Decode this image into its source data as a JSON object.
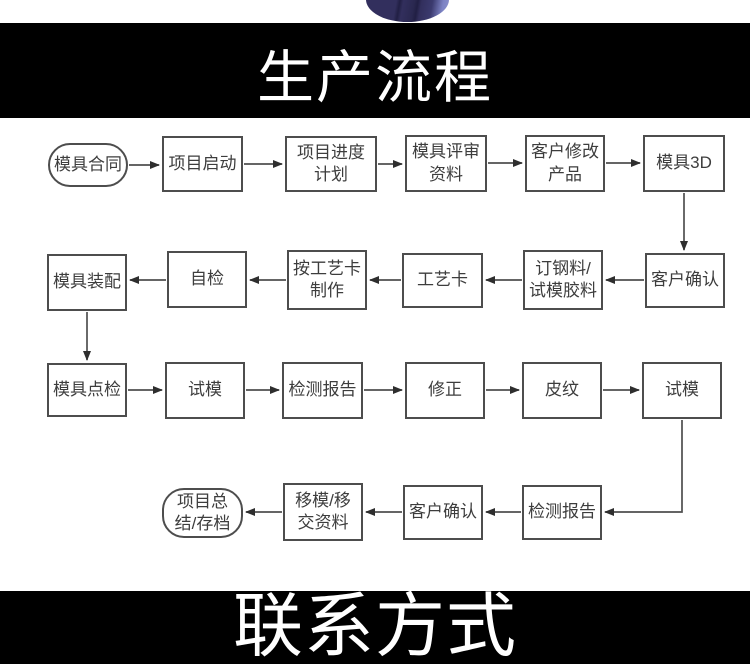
{
  "logo": {
    "icon": "globe-logo-partial",
    "base_color": "#322f5d",
    "accent_color": "#8d92cc"
  },
  "banners": {
    "production_title": "生产流程",
    "contact_title": "联系方式",
    "background": "#000000",
    "text_color": "#ffffff"
  },
  "flowchart": {
    "border_color": "#4d4d4d",
    "line_color": "#4f4f4f",
    "nodes": [
      {
        "label": "模具合同",
        "shape": "stadium"
      },
      {
        "label": "项目启动",
        "shape": "rect"
      },
      {
        "label": "项目进度\n计划",
        "shape": "rect"
      },
      {
        "label": "模具评审\n资料",
        "shape": "rect"
      },
      {
        "label": "客户修改\n产品",
        "shape": "rect"
      },
      {
        "label": "模具3D",
        "shape": "rect"
      },
      {
        "label": "客户确认",
        "shape": "rect"
      },
      {
        "label": "订钢料/\n试模胶料",
        "shape": "rect"
      },
      {
        "label": "工艺卡",
        "shape": "rect"
      },
      {
        "label": "按工艺卡\n制作",
        "shape": "rect"
      },
      {
        "label": "自检",
        "shape": "rect"
      },
      {
        "label": "模具装配",
        "shape": "rect"
      },
      {
        "label": "模具点检",
        "shape": "rect"
      },
      {
        "label": "试模",
        "shape": "rect"
      },
      {
        "label": "检测报告",
        "shape": "rect"
      },
      {
        "label": "修正",
        "shape": "rect"
      },
      {
        "label": "皮纹",
        "shape": "rect"
      },
      {
        "label": "试模",
        "shape": "rect"
      },
      {
        "label": "检测报告",
        "shape": "rect"
      },
      {
        "label": "客户确认",
        "shape": "rect"
      },
      {
        "label": "移模/移\n交资料",
        "shape": "rect"
      },
      {
        "label": "项目总\n结/存档",
        "shape": "stadium"
      }
    ],
    "edges": [
      [
        0,
        1
      ],
      [
        1,
        2
      ],
      [
        2,
        3
      ],
      [
        3,
        4
      ],
      [
        4,
        5
      ],
      [
        5,
        6
      ],
      [
        6,
        7
      ],
      [
        7,
        8
      ],
      [
        8,
        9
      ],
      [
        9,
        10
      ],
      [
        10,
        11
      ],
      [
        11,
        12
      ],
      [
        12,
        13
      ],
      [
        13,
        14
      ],
      [
        14,
        15
      ],
      [
        15,
        16
      ],
      [
        16,
        17
      ],
      [
        17,
        18
      ],
      [
        18,
        19
      ],
      [
        19,
        20
      ],
      [
        20,
        21
      ]
    ]
  }
}
